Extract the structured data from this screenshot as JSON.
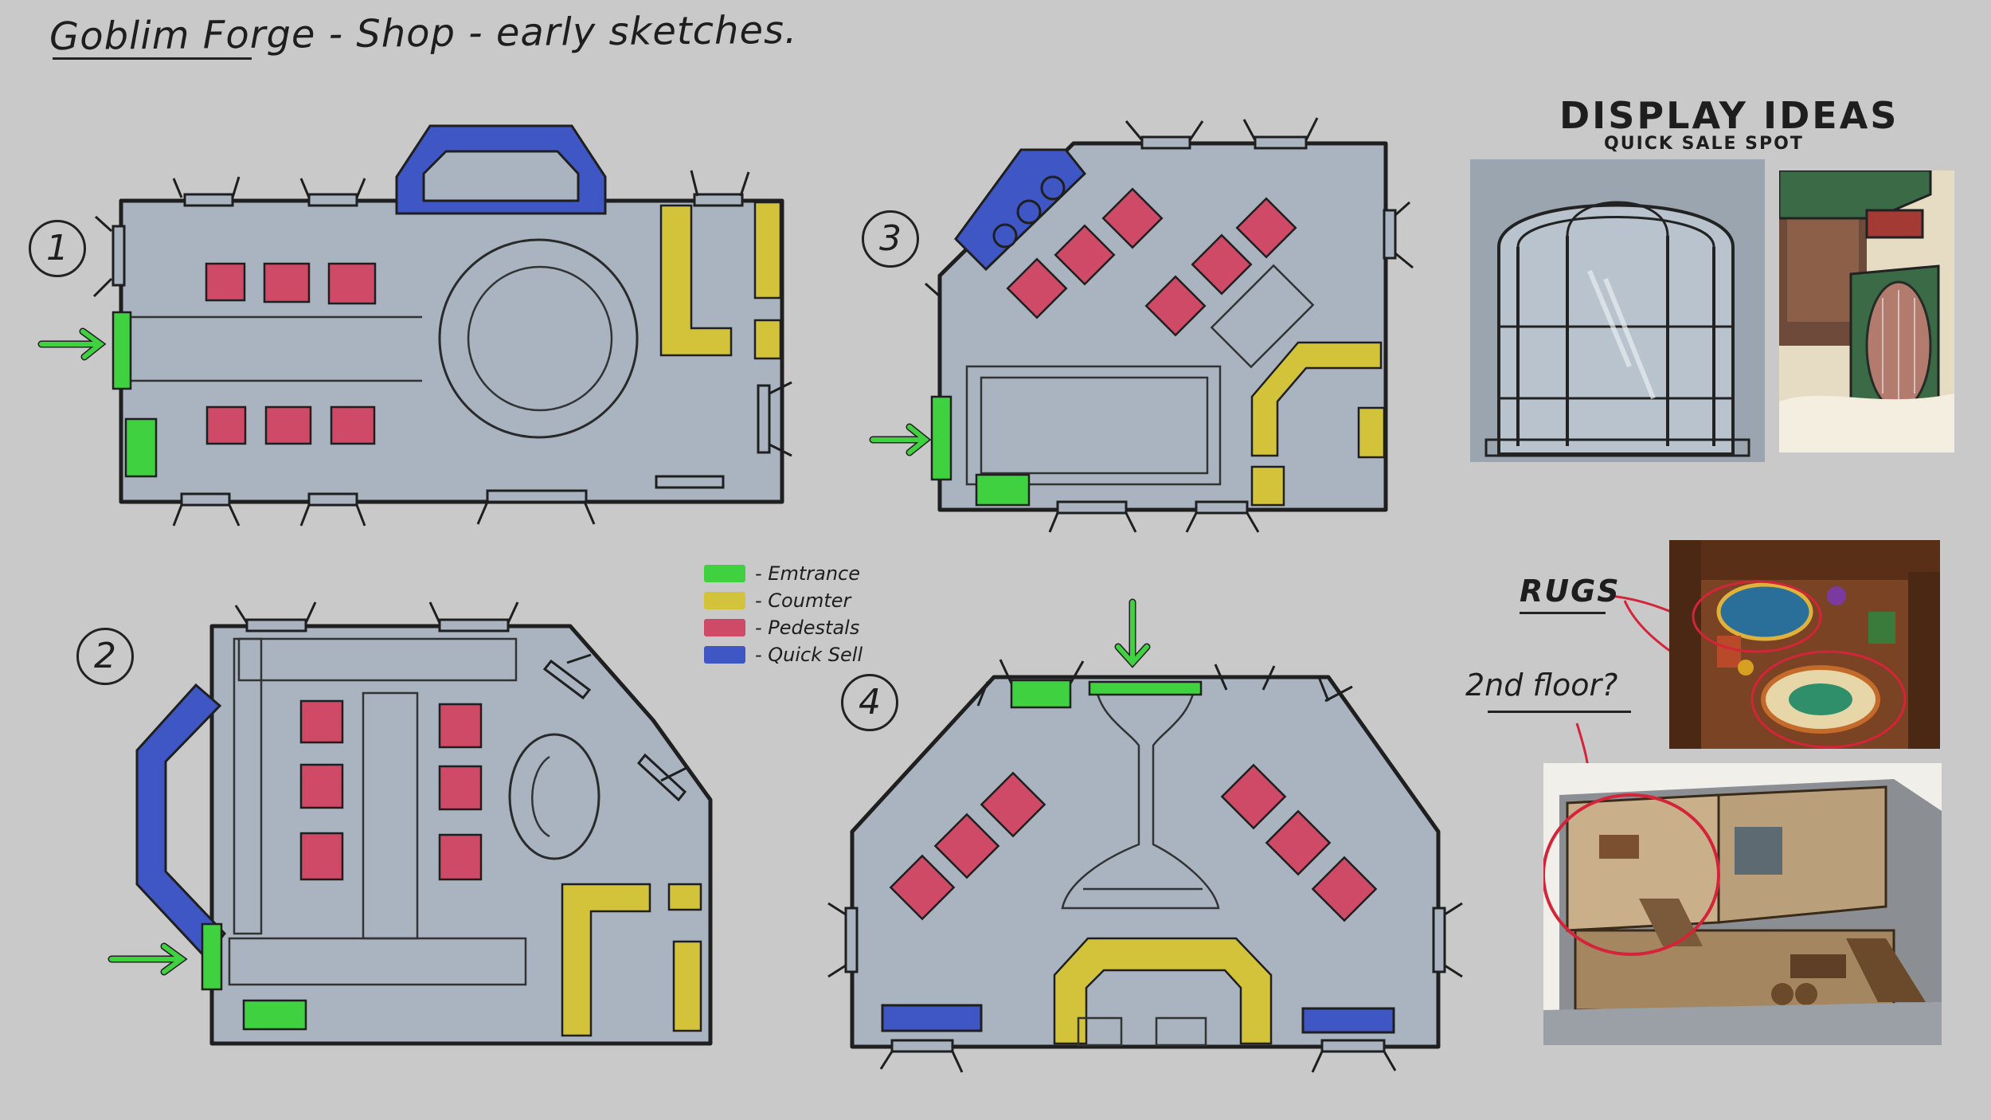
{
  "title": "Goblim Forge - Shop - early sketches.",
  "plan_numbers": [
    "1",
    "2",
    "3",
    "4"
  ],
  "legend": [
    {
      "label": "- Emtrance",
      "color": "#3fd13f"
    },
    {
      "label": "- Coumter",
      "color": "#d3c33a"
    },
    {
      "label": "- Pedestals",
      "color": "#cf4a66"
    },
    {
      "label": "- Quick Sell",
      "color": "#3f57c4"
    }
  ],
  "display_ideas": {
    "title": "DISPLAY IDEAS",
    "subtitle": "QUICK SALE SPOT"
  },
  "notes": {
    "rugs": "RUGS",
    "second_floor": "2nd floor?"
  },
  "colors": {
    "background": "#c9c9c9",
    "floor": "#a9b4c0",
    "outline": "#1f1f1f",
    "entrance": "#3fd13f",
    "counter": "#d3c33a",
    "pedestal": "#cf4a66",
    "quick_sell": "#3f57c4",
    "annotation_red": "#d4243a"
  }
}
